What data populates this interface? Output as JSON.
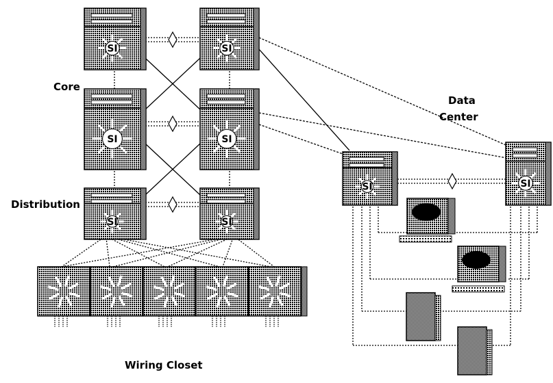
{
  "labels": {
    "core": "Core",
    "distribution": "Distribution",
    "data_center_line1": "Data",
    "data_center_line2": "Center",
    "wiring_closet": "Wiring Closet"
  },
  "switches": {
    "core_left_top": "SI",
    "core_right_top": "SI",
    "core_left_mid": "SI",
    "core_right_mid": "SI",
    "dist_left": "SI",
    "dist_right": "SI",
    "dc_left": "SI",
    "dc_right": "SI"
  },
  "colors": {
    "ink": "#000000",
    "background": "#ffffff",
    "screen": "#000000"
  },
  "icons": [
    "multilayer-switch-icon",
    "access-switch-icon",
    "workstation-icon",
    "server-icon",
    "redundant-link-icon"
  ]
}
